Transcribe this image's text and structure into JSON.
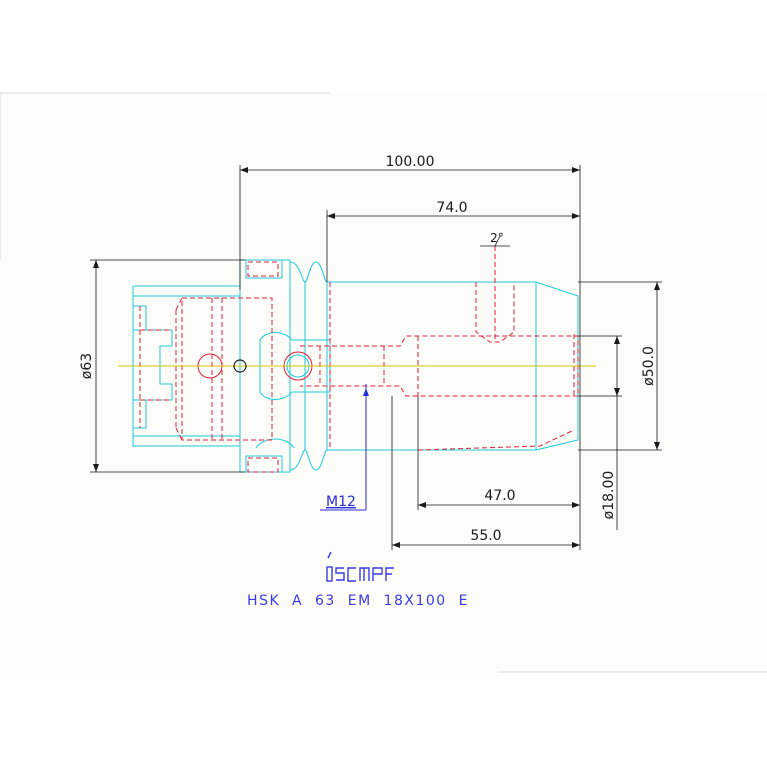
{
  "dimensions": {
    "overall_length": "100.00",
    "body_length": "74.0",
    "taper_angle": "2°",
    "flange_diameter": "ø63",
    "body_diameter": "ø50.0",
    "bore_diameter": "ø18.00",
    "clamp_length": "47.0",
    "bore_depth": "55.0"
  },
  "thread_label": "M12",
  "product_code": "HSK  A  63  EM  18X100  E",
  "colors": {
    "outline": "#20c8dc",
    "hidden_lines": "#e0203a",
    "dimensions": "#1a1a1a",
    "annotation": "#2b2bd6",
    "centerline": "#d8c400"
  }
}
